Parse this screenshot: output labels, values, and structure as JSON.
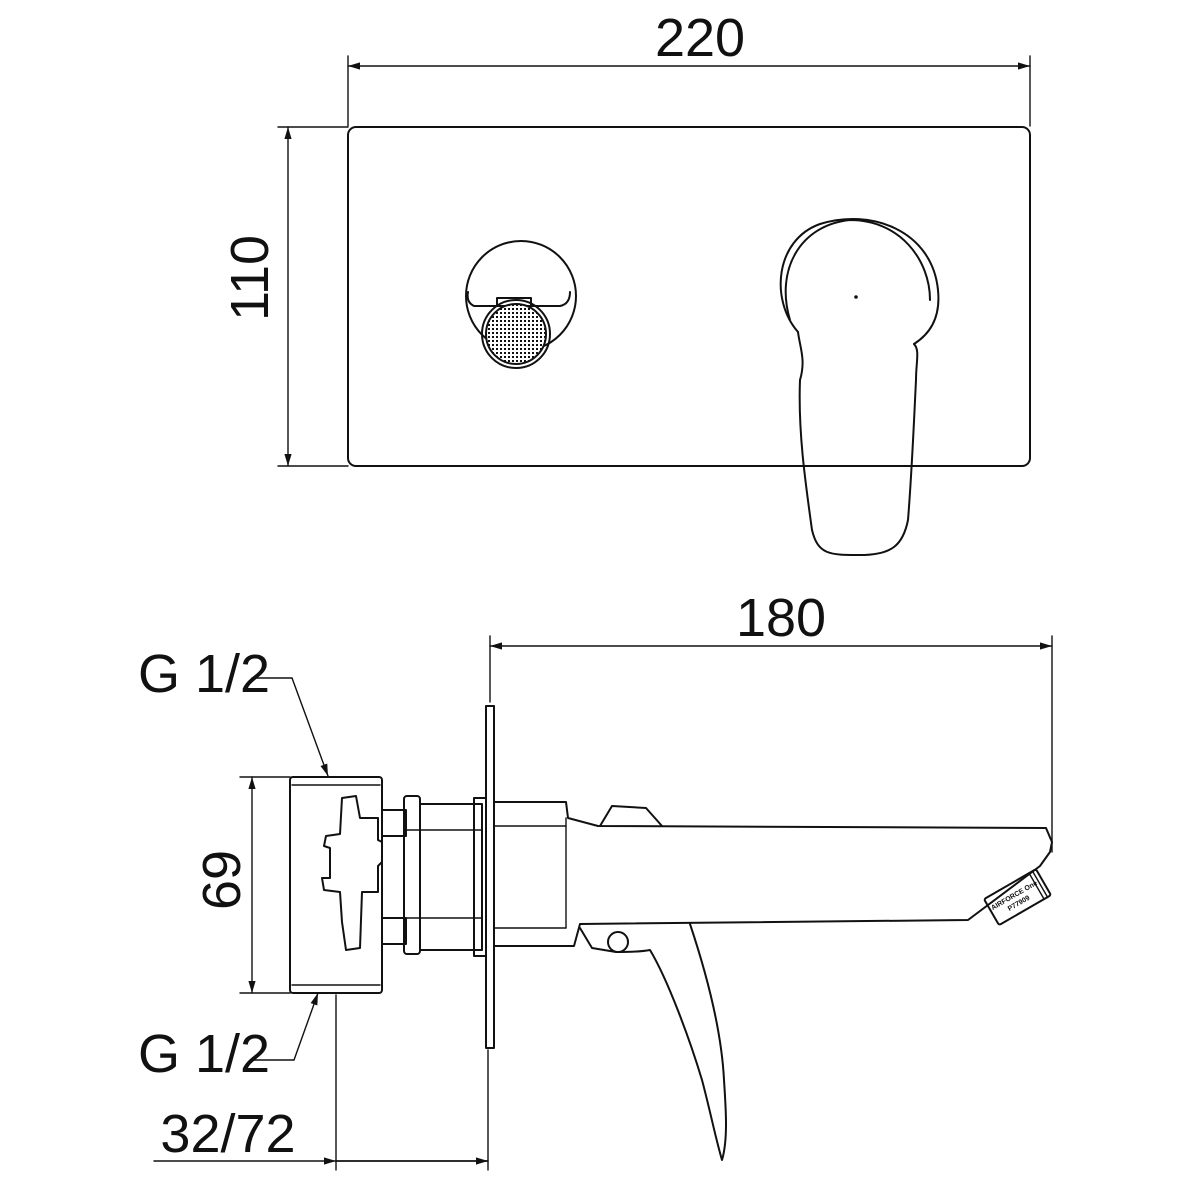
{
  "front_view": {
    "width_dim": "220",
    "height_dim": "110"
  },
  "side_view": {
    "projection_dim": "180",
    "height_dim": "69",
    "inlet_top_label": "G 1/2",
    "inlet_bottom_label": "G 1/2",
    "depth_dim": "32/72",
    "aerator_text_line1": "AIRFORCE One",
    "aerator_text_line2": "P77909"
  }
}
